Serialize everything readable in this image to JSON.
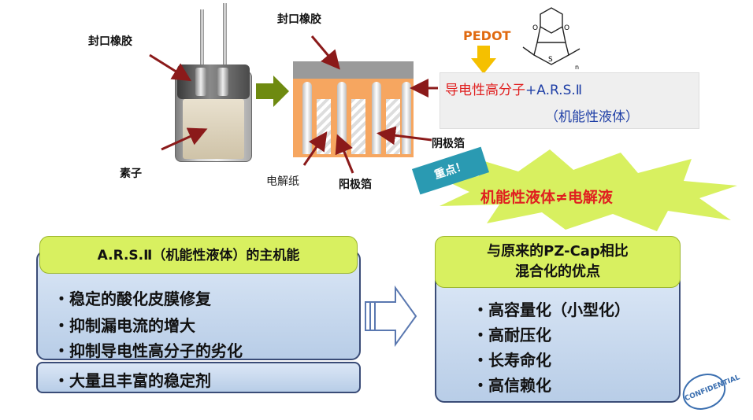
{
  "top": {
    "label_seal_rubber_left": "封口橡胶",
    "label_element": "素子",
    "label_seal_rubber_right": "封口橡胶",
    "label_electrolytic_paper": "电解纸",
    "label_anode_foil": "阳极箔",
    "label_cathode_foil": "阴极箔",
    "pedot": "PEDOT",
    "conductive_polymer": "导电性高分子",
    "ars_plus": "+A.R.S.Ⅱ",
    "functional_liquid_paren": "（机能性液体）",
    "badge": "重点！",
    "burst_text": "机能性液体≠电解液"
  },
  "left_panel": {
    "title": "A.R.S.Ⅱ（机能性液体）的主机能",
    "items": [
      "・稳定的酸化皮膜修复",
      "・抑制漏电流的增大",
      "・抑制导电性高分子的劣化"
    ],
    "extra": "・大量且丰富的稳定剂"
  },
  "right_panel": {
    "title_line1": "与原来的PZ-Cap相比",
    "title_line2": "混合化的优点",
    "items": [
      "・高容量化（小型化）",
      "・高耐压化",
      "・长寿命化",
      "・高信赖化"
    ]
  },
  "stamp": "CONFIDENTIAL",
  "colors": {
    "accent_red": "#e02020",
    "accent_blue": "#1f3fa6",
    "green": "#d8f060",
    "teal": "#2a9ab2"
  }
}
